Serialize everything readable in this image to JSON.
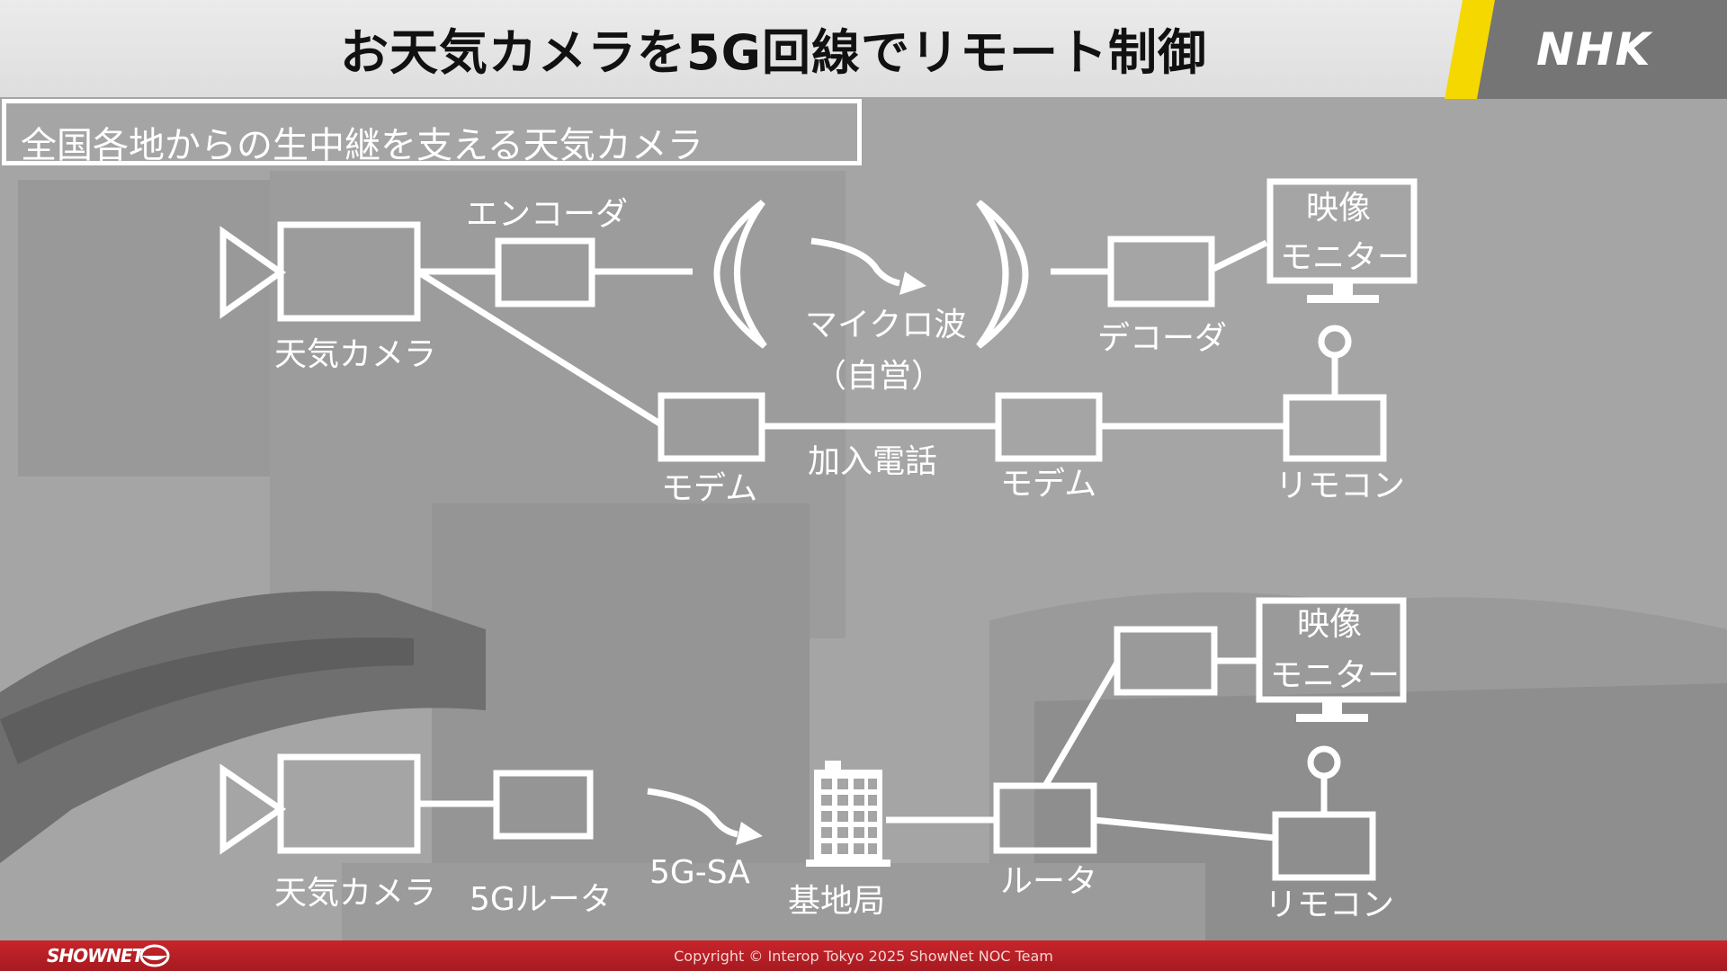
{
  "header": {
    "title": "お天気カメラを5G回線でリモート制御",
    "logo": "NHK",
    "accent_color": "#f5d800"
  },
  "subtitle": "全国各地からの生中継を支える天気カメラ",
  "diagram_top": {
    "camera": "天気カメラ",
    "encoder": "エンコーダ",
    "microwave_line1": "マイクロ波",
    "microwave_line2": "（自営）",
    "decoder": "デコーダ",
    "monitor_line1": "映像",
    "monitor_line2": "モニター",
    "modem_left": "モデム",
    "phone_line": "加入電話",
    "modem_right": "モデム",
    "remote": "リモコン"
  },
  "diagram_bottom": {
    "camera": "天気カメラ",
    "router_5g": "5Gルータ",
    "link": "5G-SA",
    "base_station": "基地局",
    "router": "ルータ",
    "monitor_line1": "映像",
    "monitor_line2": "モニター",
    "remote": "リモコン"
  },
  "footer": {
    "logo": "SHOWNET",
    "copyright": "Copyright © Interop Tokyo 2025 ShowNet NOC Team",
    "bar_color": "#c8252b"
  }
}
